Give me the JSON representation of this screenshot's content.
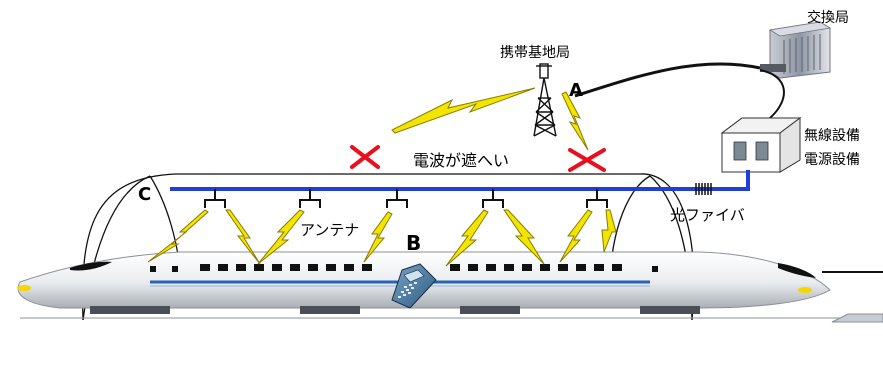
{
  "labels": {
    "exchange": "交換局",
    "base_station": "携帯基地局",
    "wireless_equipment": "無線設備",
    "power_equipment": "電源設備",
    "radio_blocked": "電波が遮へい",
    "optical_fiber": "光ファイバ",
    "antenna": "アンテナ",
    "marker_a": "A",
    "marker_b": "B",
    "marker_c": "C"
  },
  "colors": {
    "fiber": "#1f3fd6",
    "lightning": "#f2e600",
    "lightning_outline": "#8a7a00",
    "cross": "#e8101c",
    "cable": "#111111"
  },
  "icons": {
    "exchange": "building-icon",
    "base_station": "antenna-tower-icon",
    "equipment": "equipment-box-icon",
    "phone": "mobile-phone-icon",
    "train": "shinkansen-train-icon"
  }
}
